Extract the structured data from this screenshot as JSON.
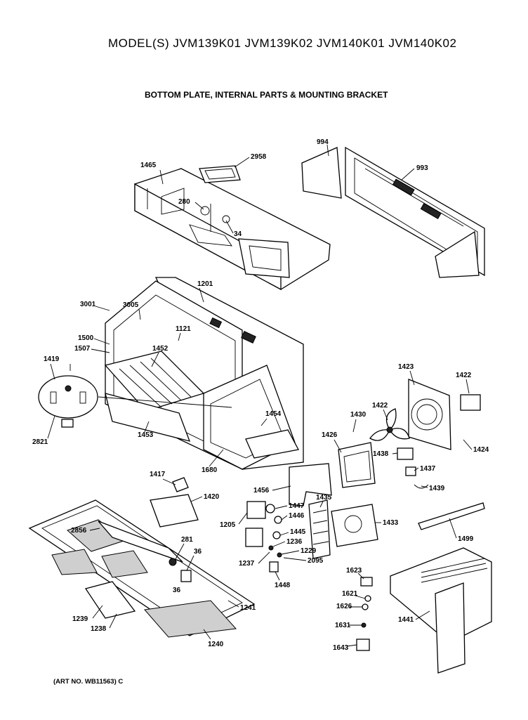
{
  "header": {
    "title": "MODEL(S) JVM139K01  JVM139K02  JVM140K01  JVM140K02",
    "subtitle": "BOTTOM PLATE, INTERNAL PARTS & MOUNTING BRACKET"
  },
  "footer": {
    "art_no": "(ART NO. WB11563) C"
  },
  "labels": {
    "p1465": "1465",
    "p2958": "2958",
    "p994": "994",
    "p993": "993",
    "p280": "280",
    "p34": "34",
    "p1201": "1201",
    "p3001": "3001",
    "p3005": "3005",
    "p1121": "1121",
    "p1500": "1500",
    "p1507": "1507",
    "p1452": "1452",
    "p1419": "1419",
    "p2821": "2821",
    "p1453": "1453",
    "p1454": "1454",
    "p1680": "1680",
    "p1423": "1423",
    "p1422a": "1422",
    "p1422b": "1422",
    "p1430": "1430",
    "p1426": "1426",
    "p1438": "1438",
    "p1424": "1424",
    "p1437": "1437",
    "p1439": "1439",
    "p1417": "1417",
    "p1420": "1420",
    "p1456": "1456",
    "p1447": "1447",
    "p1446": "1446",
    "p1435": "1435",
    "p1433": "1433",
    "p1205": "1205",
    "p1445": "1445",
    "p1236": "1236",
    "p1229": "1229",
    "p2095": "2095",
    "p1237": "1237",
    "p1448": "1448",
    "p1499": "1499",
    "p2856": "2856",
    "p281": "281",
    "p36a": "36",
    "p36b": "36",
    "p1241": "1241",
    "p1239": "1239",
    "p1238": "1238",
    "p1240": "1240",
    "p1623": "1623",
    "p1621": "1621",
    "p1626": "1626",
    "p1631": "1631",
    "p1643": "1643",
    "p1441": "1441"
  }
}
